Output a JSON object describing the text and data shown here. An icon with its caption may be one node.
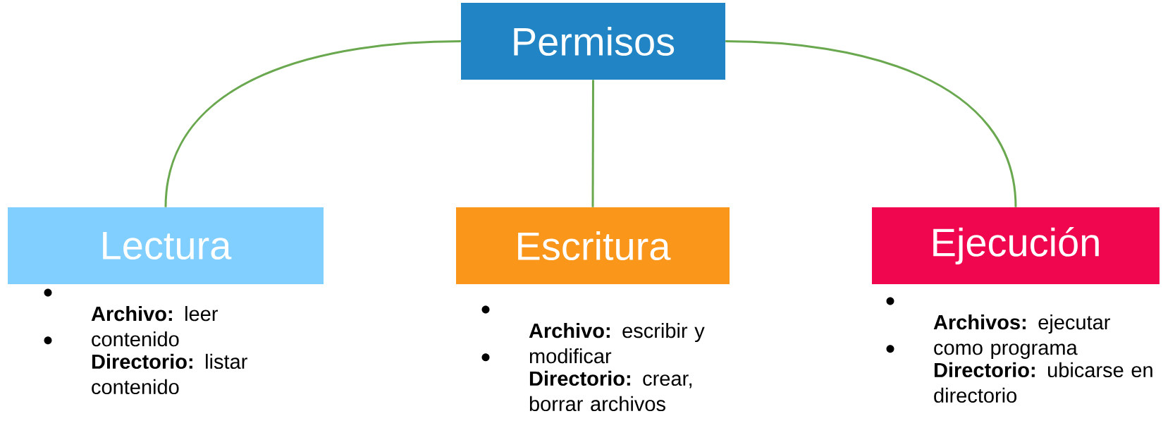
{
  "diagram": {
    "nodes": [
      {
        "text": [
          "Permisos"
        ]
      },
      {
        "text": [
          "Lectura"
        ],
        "beside": [
          "**Archivo:** leer contenido",
          "**Directorio:** listar contenido"
        ]
      },
      {
        "text": [
          "Escritura"
        ],
        "beside": [
          "**Archivo:** escribir y modificar",
          "**Directorio:** crear, borrar archivos"
        ]
      },
      {
        "text": [
          "Ejecución"
        ],
        "beside": [
          "**Archivos:** ejecutar como programa",
          "**Directorio:** ubicarse en directorio"
        ]
      }
    ],
    "edges": [
      {
        "from": 0,
        "to": 1,
        "arrow": "none"
      },
      {
        "from": 0,
        "to": 2,
        "arrow": "none"
      },
      {
        "from": 0,
        "to": 3,
        "arrow": "none"
      }
    ]
  }
}
